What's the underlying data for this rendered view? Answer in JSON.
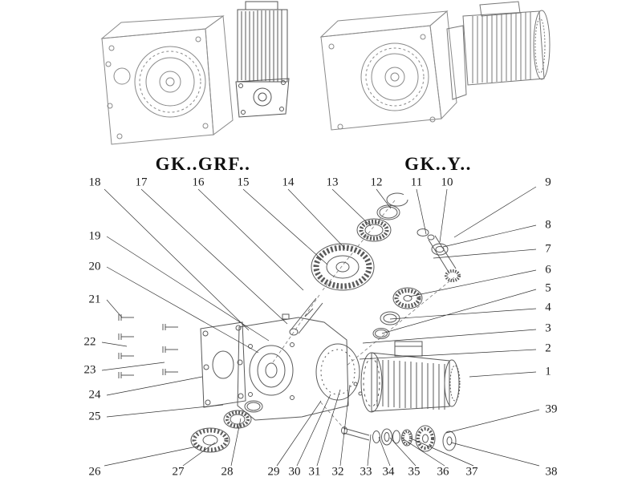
{
  "titles": {
    "left": "GK..GRF..",
    "right": "GK..Y.."
  },
  "callouts": [
    "1",
    "2",
    "3",
    "4",
    "5",
    "6",
    "7",
    "8",
    "9",
    "10",
    "11",
    "12",
    "13",
    "14",
    "15",
    "16",
    "17",
    "18",
    "19",
    "20",
    "21",
    "22",
    "23",
    "24",
    "25",
    "26",
    "27",
    "28",
    "29",
    "30",
    "31",
    "32",
    "33",
    "34",
    "35",
    "36",
    "37",
    "38",
    "39"
  ],
  "colors": {
    "drawing_line": "#5a5a5a",
    "leader_line": "#333333",
    "text": "#1b1b1b"
  }
}
